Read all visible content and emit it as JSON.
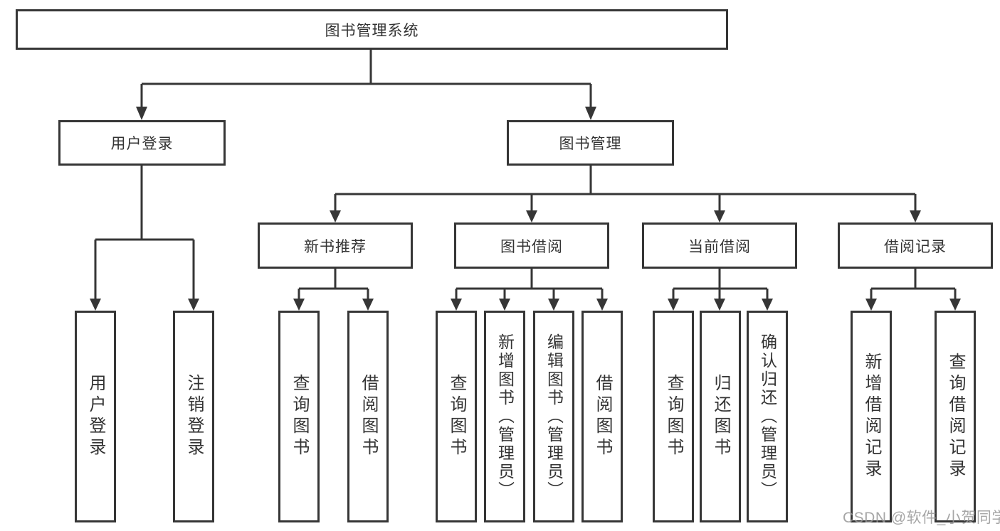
{
  "diagram": {
    "root": "图书管理系统",
    "level2": {
      "user_login": "用户登录",
      "book_mgmt": "图书管理"
    },
    "level3": {
      "new_books": "新书推荐",
      "book_borrow": "图书借阅",
      "current_borrow": "当前借阅",
      "borrow_records": "借阅记录"
    },
    "leaves": {
      "user_login": "用户登录",
      "logout": "注销登录",
      "nb_query": "查询图书",
      "nb_borrow": "借阅图书",
      "bb_query": "查询图书",
      "bb_add": "新增图书（管理员）",
      "bb_edit": "编辑图书（管理员）",
      "bb_borrow": "借阅图书",
      "cb_query": "查询图书",
      "cb_return": "归还图书",
      "cb_confirm": "确认归还（管理员）",
      "br_add": "新增借阅记录",
      "br_query": "查询借阅记录"
    },
    "watermark": "CSDN @软件_小贺同学",
    "colors": {
      "line": "#363636",
      "text": "#333333",
      "watermark": "#969696",
      "background": "#ffffff"
    }
  }
}
